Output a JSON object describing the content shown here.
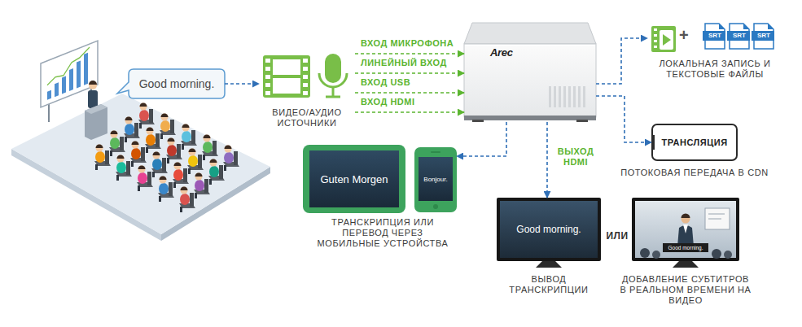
{
  "diagram": {
    "nodes": [
      {
        "text": [
          "Good morning."
        ]
      },
      {
        "text": [
          "ВИДЕО/АУДИО ИСТОЧНИКИ"
        ]
      },
      {
        "text": [
          "Arec"
        ]
      },
      {
        "text": [
          "ЛОКАЛЬНАЯ ЗАПИСЬ И ТЕКСТОВЫЕ ФАЙЛЫ"
        ]
      },
      {
        "text": [
          "SRT"
        ],
        "in": 3
      },
      {
        "text": [
          "SRT"
        ],
        "in": 3
      },
      {
        "text": [
          "SRT"
        ],
        "in": 3
      },
      {
        "text": [
          "ТРАНСЛЯЦИЯ",
          "ПОТОКОВАЯ ПЕРЕДАЧА В CDN"
        ]
      },
      {
        "text": [
          "Guten Morgen"
        ]
      },
      {
        "text": [
          "Bonjour."
        ]
      },
      {
        "text": [
          "Good morning.",
          "ВЫВОД ТРАНСКРИПЦИИ"
        ]
      },
      {
        "text": [
          "Good morning.",
          "ДОБАВЛЕНИЕ СУБТИТРОВ В РЕАЛЬНОМ ВРЕМЕНИ НА ВИДЕО"
        ]
      }
    ],
    "edges": [
      {
        "from": 0,
        "to": 1,
        "arrow": "to"
      },
      {
        "from": 1,
        "to": 2,
        "label": "ВХОД МИКРОФОНА",
        "arrow": "to"
      },
      {
        "from": 1,
        "to": 2,
        "label": "ЛИНЕЙНЫЙ ВХОД",
        "arrow": "to"
      },
      {
        "from": 1,
        "to": 2,
        "label": "ВХОД USB",
        "arrow": "to"
      },
      {
        "from": 1,
        "to": 2,
        "label": "ВХОД HDMI",
        "arrow": "to"
      },
      {
        "from": 2,
        "to": 3,
        "arrow": "to"
      },
      {
        "from": 2,
        "to": 7,
        "arrow": "to"
      },
      {
        "from": 2,
        "to": 9,
        "arrow": "to"
      },
      {
        "from": 2,
        "to": 10,
        "label": "ВЫХОД HDMI",
        "arrow": "to"
      }
    ],
    "labels": [
      "+",
      "ТРАНСКРИПЦИЯ ИЛИ ПЕРЕВОД ЧЕРЕЗ МОБИЛЬНЫЕ УСТРОЙСТВА",
      "ИЛИ"
    ]
  }
}
